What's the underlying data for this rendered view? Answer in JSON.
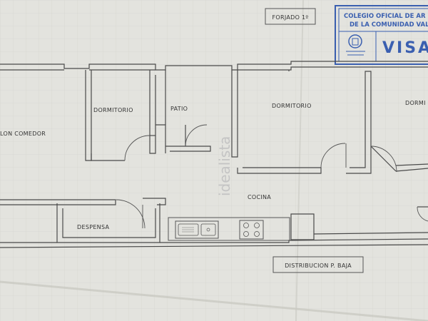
{
  "header": {
    "forjado_label": "FORJADO 1º"
  },
  "stamp": {
    "line1": "COLEGIO OFICIAL DE AR",
    "line2": "DE LA COMUNIDAD VAL",
    "visa": "VISA",
    "color": "#3a5fb0"
  },
  "rooms": {
    "salon": "LON COMEDOR",
    "dormitorio_left": "DORMITORIO",
    "patio": "PATIO",
    "dormitorio_center": "DORMITORIO",
    "dormitorio_right": "DORMI",
    "cocina": "COCINA",
    "despensa": "DESPENSA"
  },
  "footer": {
    "distribution_label": "DISTRIBUCION P. BAJA"
  },
  "watermark": "idealista",
  "colors": {
    "paper": "#e3e3de",
    "wall": "#4a4a4a",
    "fold_shadow": "#bdbdb6"
  }
}
